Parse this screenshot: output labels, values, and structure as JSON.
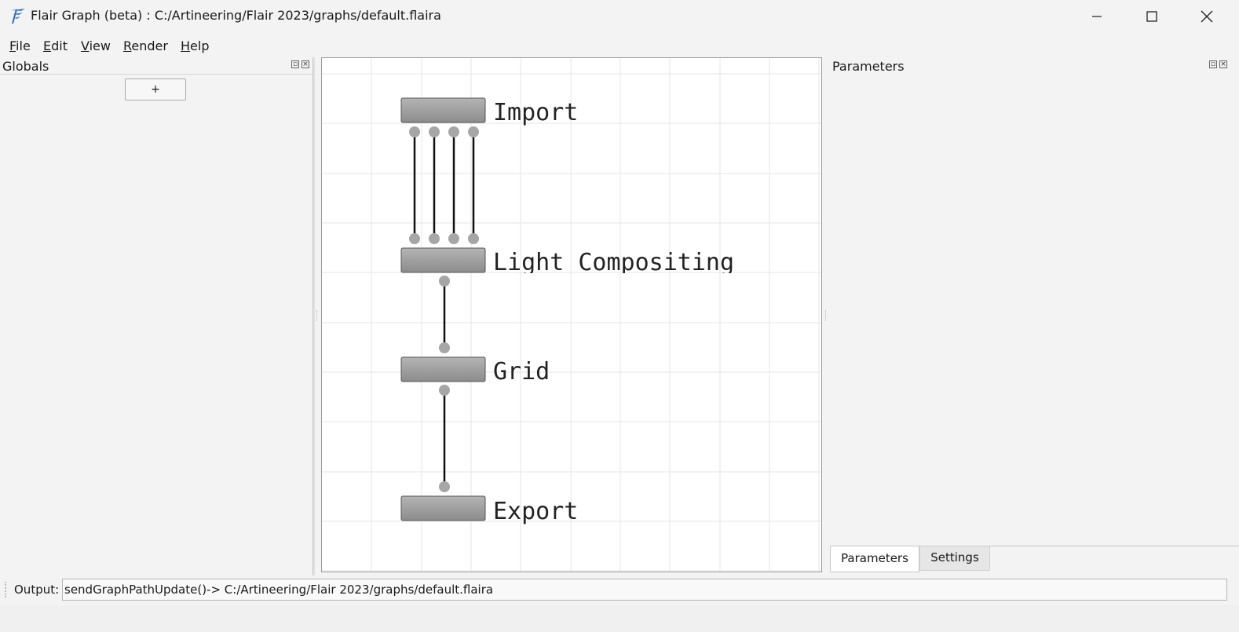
{
  "window": {
    "title": "Flair Graph (beta) : C:/Artineering/Flair 2023/graphs/default.flaira",
    "icon": "flair-logo-icon"
  },
  "menu": {
    "file": "File",
    "edit": "Edit",
    "view": "View",
    "render": "Render",
    "help": "Help"
  },
  "globals_panel": {
    "title": "Globals",
    "add_label": "+"
  },
  "graph": {
    "nodes": [
      {
        "label": "Import",
        "outputs": 4
      },
      {
        "label": "Light Compositing",
        "inputs": 4,
        "outputs": 1
      },
      {
        "label": "Grid",
        "inputs": 1,
        "outputs": 1
      },
      {
        "label": "Export",
        "inputs": 1
      }
    ],
    "colors": {
      "node_fill": "#a0a0a0",
      "port": "#a6a6a6",
      "edge": "#111111",
      "grid": "#e6e6e6"
    }
  },
  "parameters_panel": {
    "title": "Parameters",
    "tabs": [
      "Parameters",
      "Settings"
    ],
    "active_tab": "Parameters"
  },
  "output": {
    "label": "Output:",
    "value": "sendGraphPathUpdate()-> C:/Artineering/Flair 2023/graphs/default.flaira"
  }
}
